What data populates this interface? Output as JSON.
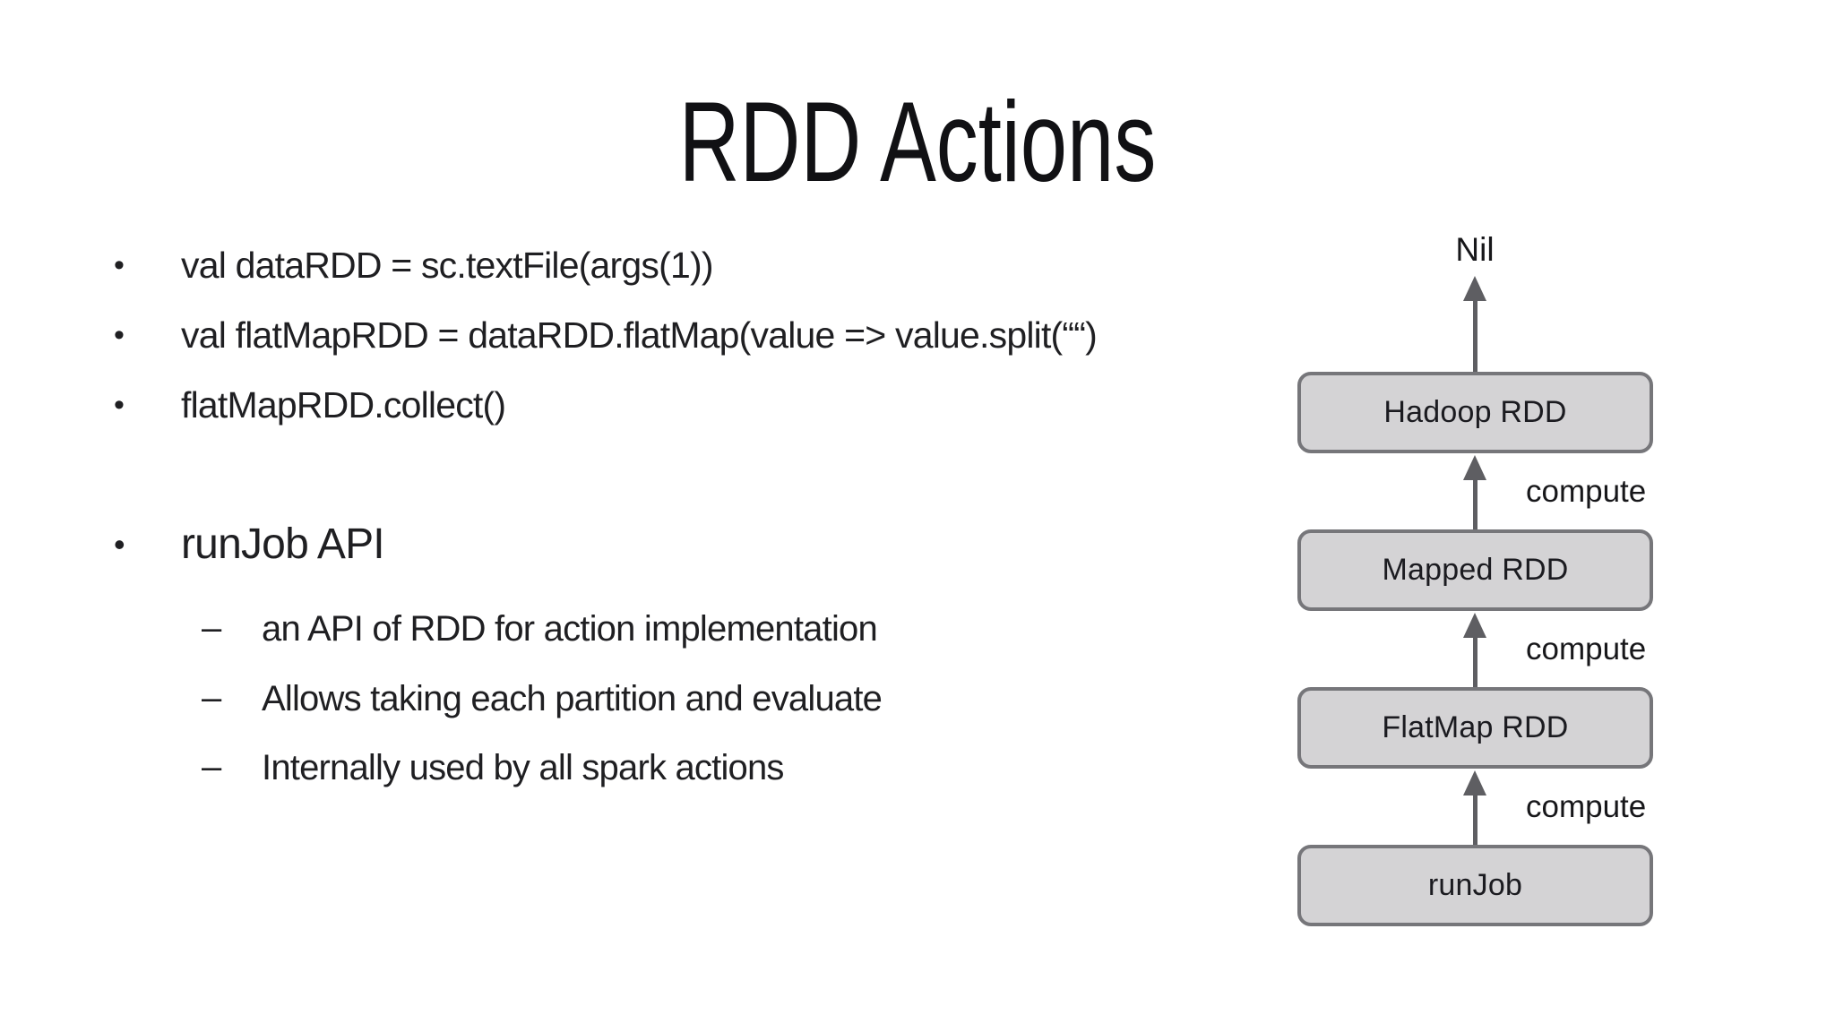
{
  "slide": {
    "title": "RDD Actions",
    "bullets": [
      {
        "marker": "•",
        "text": "val dataRDD = sc.textFile(args(1))"
      },
      {
        "marker": "•",
        "text": "val flatMapRDD = dataRDD.flatMap(value => value.split(““)"
      },
      {
        "marker": "•",
        "text": "flatMapRDD.collect()"
      },
      {
        "marker": "•",
        "text": "runJob API"
      },
      {
        "marker": "–",
        "text": "an API of RDD for action implementation"
      },
      {
        "marker": "–",
        "text": "Allows taking each partition and evaluate"
      },
      {
        "marker": "–",
        "text": "Internally used by all spark actions"
      }
    ]
  },
  "diagram": {
    "top_label": "Nil",
    "edge_label": "compute",
    "nodes": [
      {
        "label": "Hadoop RDD"
      },
      {
        "label": "Mapped RDD"
      },
      {
        "label": "FlatMap RDD"
      },
      {
        "label": "runJob"
      }
    ],
    "colors": {
      "box_fill": "#d4d3d5",
      "box_border": "#76767a",
      "arrow": "#5e5e62",
      "node_text": "#1b1b20"
    }
  }
}
